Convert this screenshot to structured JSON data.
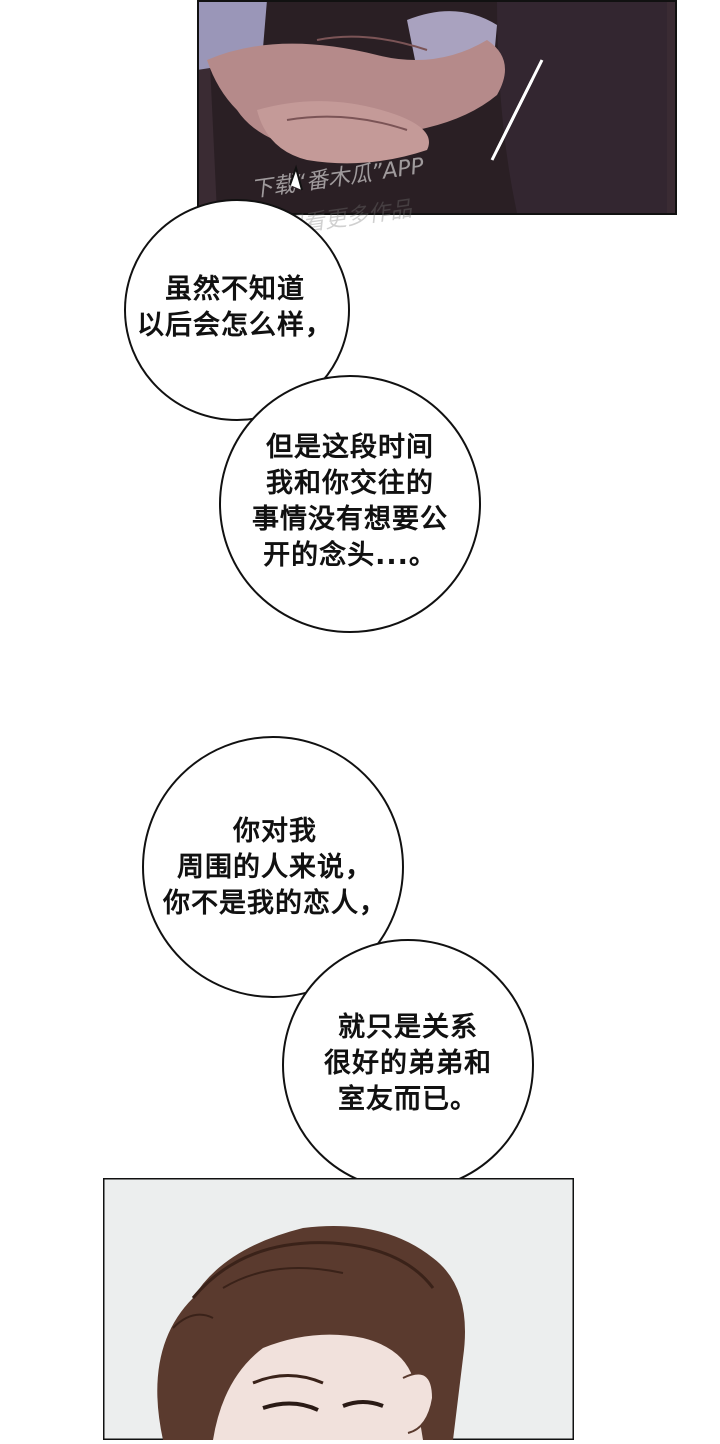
{
  "bubbles": {
    "b1": "虽然不知道\n以后会怎么样，",
    "b2": "但是这段时间\n我和你交往的\n事情没有想要公\n开的念头...。",
    "b3": "你对我\n周围的人来说，\n你不是我的恋人，",
    "b4": "就只是关系\n很好的弟弟和\n室友而已。"
  },
  "watermark": {
    "line1": "下载“番木瓜”APP",
    "line2": "观看更多作品"
  },
  "colors": {
    "suit": "#2a1f24",
    "skin": "#b58a8a",
    "hair": "#5a3a2e",
    "panel_bg": "#eceeee"
  }
}
